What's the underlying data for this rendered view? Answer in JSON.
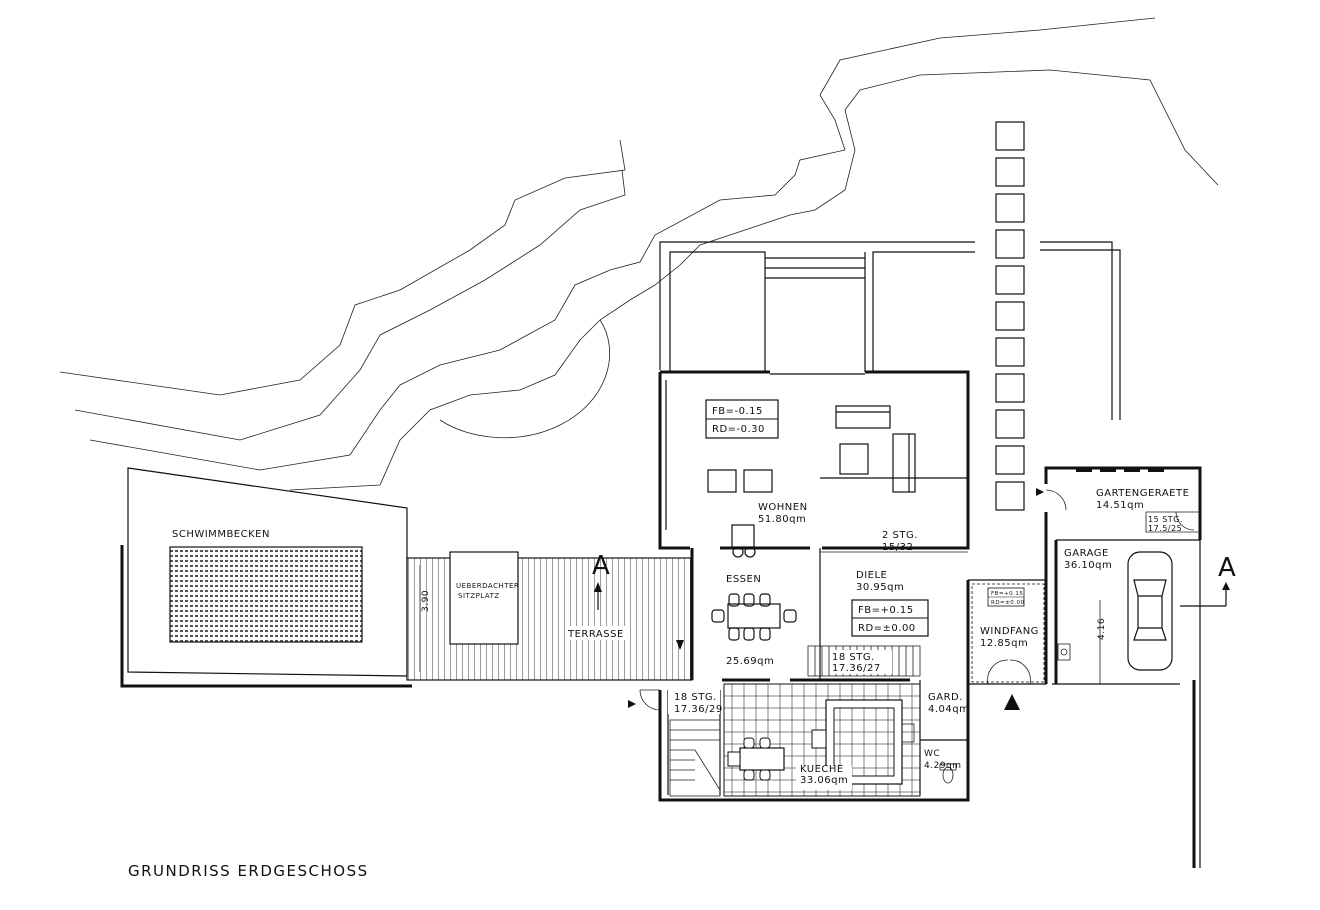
{
  "drawing": {
    "title": "GRUNDRISS ERDGESCHOSS"
  },
  "rooms": {
    "schwimmbecken": "SCHWIMMBECKEN",
    "ueberdachter_sitzplatz_1": "UEBERDACHTER",
    "ueberdachter_sitzplatz_2": "SITZPLATZ",
    "terrasse": "TERRASSE",
    "terrasse_dim": "3.90",
    "wohnen_name": "WOHNEN",
    "wohnen_area": "51.80qm",
    "wohnen_fb": "FB=-0.15",
    "wohnen_rd": "RD=-0.30",
    "stair_2_a": "2 STG.",
    "stair_2_b": "15/32",
    "essen_name": "ESSEN",
    "essen_area": "25.69qm",
    "diele_name": "DIELE",
    "diele_area": "30.95qm",
    "diele_fb": "FB=+0.15",
    "diele_rd": "RD=±0.00",
    "stair_18_a": "18 STG.",
    "stair_18_b": "17.36/27",
    "stair_18w_a": "18 STG.",
    "stair_18w_b": "17.36/29",
    "kueche_name": "KUECHE",
    "kueche_area": "33.06qm",
    "gard_name": "GARD.",
    "gard_area": "4.04qm",
    "wc_name": "WC",
    "wc_area": "4.29qm",
    "windfang_name": "WINDFANG",
    "windfang_area": "12.85qm",
    "windfang_fb": "FB=+0.15",
    "windfang_rd": "RD=±0.00",
    "garage_name": "GARAGE",
    "garage_area": "36.10qm",
    "garage_dim": "4.16",
    "gartengeraete_name": "GARTENGERAETE",
    "gartengeraete_area": "14.51qm",
    "stair_15_a": "15 STG.",
    "stair_15_b": "17.5/25"
  },
  "section_markers": {
    "left": "A",
    "right": "A"
  }
}
